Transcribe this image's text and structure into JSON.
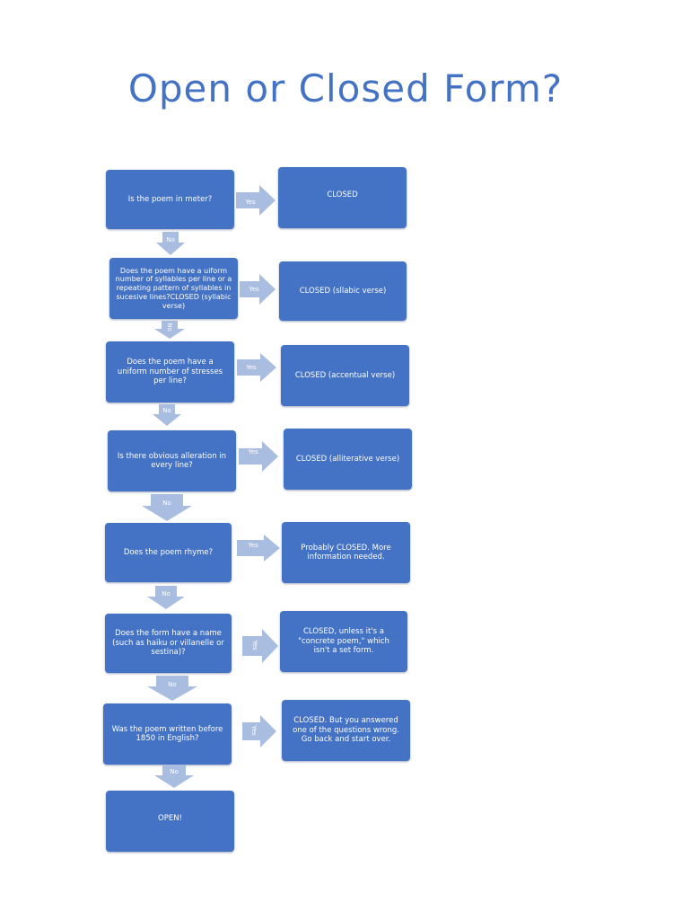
{
  "title": "Open or Closed Form?",
  "questions": [
    "Is the poem in meter?",
    "Does the poem have a uiform number of syllables per line or a repeating pattern of syllables in sucesive lines?CLOSED (syllabic verse)",
    "Does the poem have a uniform number of stresses per line?",
    "Is there obvious alleration in every line?",
    "Does the poem rhyme?",
    "Does the form have a name (such as haiku or villanelle or sestina)?",
    "Was the poem written before 1850 in English?",
    "OPEN!"
  ],
  "results": [
    "CLOSED",
    "CLOSED (sllabic verse)",
    "CLOSED (accentual verse)",
    "CLOSED (alliterative verse)",
    "Probably CLOSED. More information needed.",
    "CLOSED, unless it's a \"concrete poem,\" which isn't a set form.",
    "CLOSED. But you answered one of the questions wrong. Go back and start over."
  ],
  "yes_labels": [
    "Yes",
    "Yes",
    "Yes",
    "Yes",
    "Yes",
    "Yes",
    "Yes"
  ],
  "no_labels": [
    "No",
    "No",
    "No",
    "No",
    "No",
    "No",
    "No"
  ],
  "colors": {
    "title": "#4472c4",
    "box": "#4472c4",
    "arrow": "#a9bde1"
  }
}
